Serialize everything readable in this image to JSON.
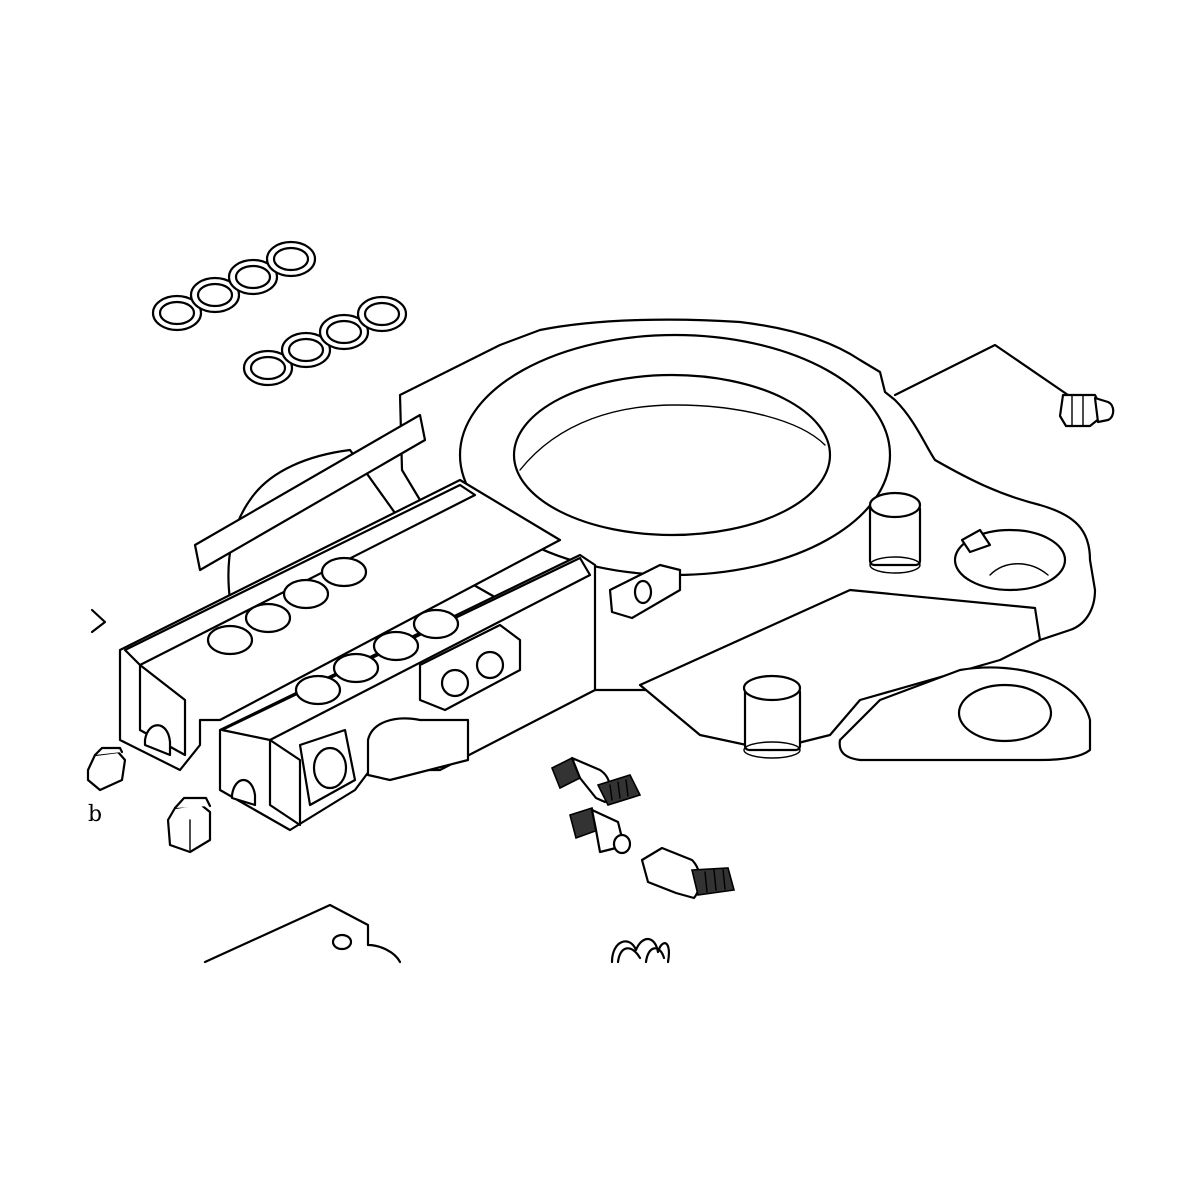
{
  "diagram": {
    "ink_color": "#000000",
    "paper_color": "#ffffff",
    "parts": [
      {
        "id": "o-ring-set-upper",
        "kind": "o-ring",
        "count": 4
      },
      {
        "id": "o-ring-set-lower",
        "kind": "o-ring",
        "count": 4
      },
      {
        "id": "valve-body-housing",
        "kind": "housing"
      },
      {
        "id": "grease-fitting",
        "kind": "fitting"
      },
      {
        "id": "elbow-fitting-upper",
        "kind": "elbow-fitting"
      },
      {
        "id": "straight-connector",
        "kind": "connector"
      },
      {
        "id": "elbow-fitting-lower",
        "kind": "elbow-fitting"
      },
      {
        "id": "plug-left",
        "kind": "plug"
      },
      {
        "id": "plug-center",
        "kind": "plug"
      },
      {
        "id": "spring",
        "kind": "spring"
      },
      {
        "id": "cover-plate-partial",
        "kind": "plate"
      }
    ],
    "edge_label": "b"
  }
}
